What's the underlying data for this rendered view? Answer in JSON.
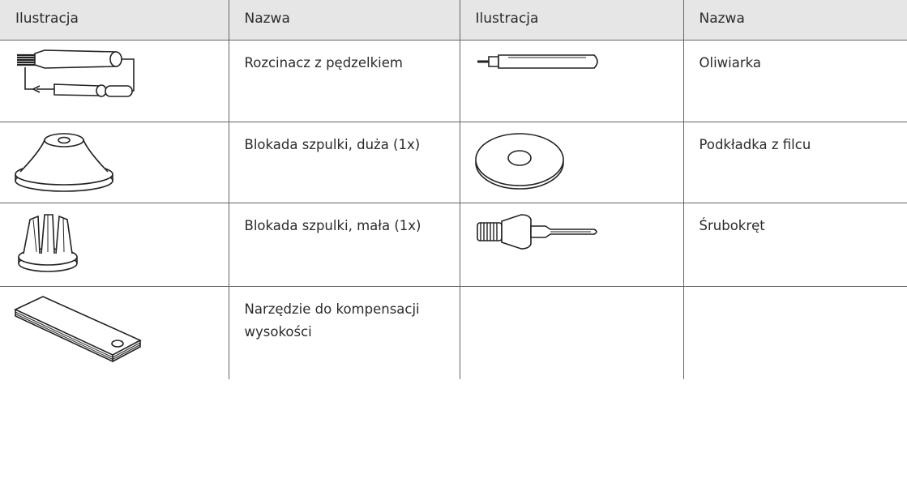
{
  "header": {
    "col1": "Ilustracja",
    "col2": "Nazwa",
    "col3": "Ilustracja",
    "col4": "Nazwa"
  },
  "rows": [
    {
      "left_icon": "seam-ripper-with-brush-icon",
      "left_name": "Rozcinacz z pędzelkiem",
      "right_icon": "oiler-icon",
      "right_name": "Oliwiarka"
    },
    {
      "left_icon": "spool-cap-large-icon",
      "left_name": "Blokada szpulki, duża (1x)",
      "right_icon": "felt-pad-icon",
      "right_name": "Podkładka z filcu"
    },
    {
      "left_icon": "spool-cap-small-icon",
      "left_name": "Blokada szpulki, mała (1x)",
      "right_icon": "screwdriver-icon",
      "right_name": "Śrubokręt"
    },
    {
      "left_icon": "height-compensation-tool-icon",
      "left_name": "Narzędzie do kompensacji wysokości",
      "right_icon": "",
      "right_name": ""
    }
  ]
}
